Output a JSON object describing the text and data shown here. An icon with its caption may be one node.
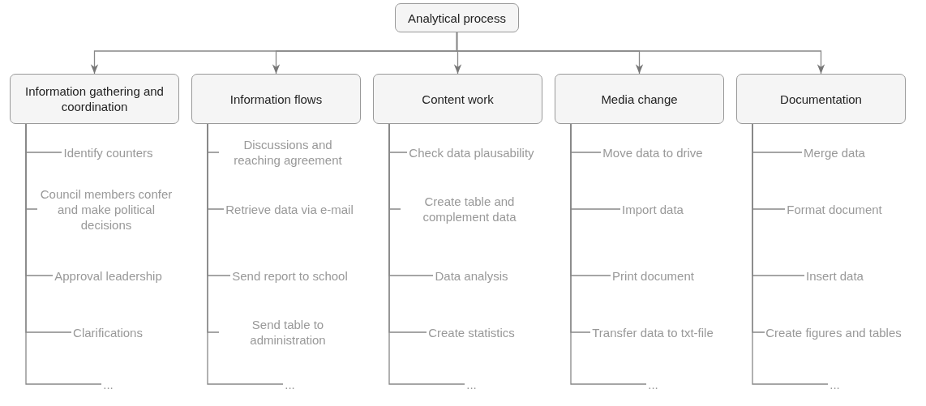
{
  "diagram": {
    "nodes": [
      {
        "text": [
          "Analytical process"
        ]
      },
      {
        "text": [
          "Information gathering and coordination"
        ]
      },
      {
        "text": [
          "Identify counters"
        ]
      },
      {
        "text": [
          "Council members confer and make political decisions"
        ]
      },
      {
        "text": [
          "Approval leadership"
        ]
      },
      {
        "text": [
          "Clarifications"
        ]
      },
      {
        "text": [
          "..."
        ]
      },
      {
        "text": [
          "Information flows"
        ]
      },
      {
        "text": [
          "Discussions and reaching agreement"
        ]
      },
      {
        "text": [
          "Retrieve data via e-mail"
        ]
      },
      {
        "text": [
          "Send report to school"
        ]
      },
      {
        "text": [
          "Send table to administration"
        ]
      },
      {
        "text": [
          "..."
        ]
      },
      {
        "text": [
          "Content work"
        ]
      },
      {
        "text": [
          "Check data plausability"
        ]
      },
      {
        "text": [
          "Create table and complement data"
        ]
      },
      {
        "text": [
          "Data analysis"
        ]
      },
      {
        "text": [
          "Create statistics"
        ]
      },
      {
        "text": [
          "..."
        ]
      },
      {
        "text": [
          "Media change"
        ]
      },
      {
        "text": [
          "Move data to drive"
        ]
      },
      {
        "text": [
          "Import data"
        ]
      },
      {
        "text": [
          "Print document"
        ]
      },
      {
        "text": [
          "Transfer data to txt-file"
        ]
      },
      {
        "text": [
          "..."
        ]
      },
      {
        "text": [
          "Documentation"
        ]
      },
      {
        "text": [
          "Merge data"
        ]
      },
      {
        "text": [
          "Format document"
        ]
      },
      {
        "text": [
          "Insert data"
        ]
      },
      {
        "text": [
          "Create figures and tables"
        ]
      },
      {
        "text": [
          "..."
        ]
      }
    ],
    "edges": [
      {
        "from": 0,
        "to": 1,
        "arrow": "to"
      },
      {
        "from": 0,
        "to": 7,
        "arrow": "to"
      },
      {
        "from": 0,
        "to": 13,
        "arrow": "to"
      },
      {
        "from": 0,
        "to": 19,
        "arrow": "to"
      },
      {
        "from": 0,
        "to": 25,
        "arrow": "to"
      },
      {
        "from": 1,
        "to": 2,
        "arrow": "none"
      },
      {
        "from": 1,
        "to": 3,
        "arrow": "none"
      },
      {
        "from": 1,
        "to": 4,
        "arrow": "none"
      },
      {
        "from": 1,
        "to": 5,
        "arrow": "none"
      },
      {
        "from": 1,
        "to": 6,
        "arrow": "none"
      },
      {
        "from": 7,
        "to": 8,
        "arrow": "none"
      },
      {
        "from": 7,
        "to": 9,
        "arrow": "none"
      },
      {
        "from": 7,
        "to": 10,
        "arrow": "none"
      },
      {
        "from": 7,
        "to": 11,
        "arrow": "none"
      },
      {
        "from": 7,
        "to": 12,
        "arrow": "none"
      },
      {
        "from": 13,
        "to": 14,
        "arrow": "none"
      },
      {
        "from": 13,
        "to": 15,
        "arrow": "none"
      },
      {
        "from": 13,
        "to": 16,
        "arrow": "none"
      },
      {
        "from": 13,
        "to": 17,
        "arrow": "none"
      },
      {
        "from": 13,
        "to": 18,
        "arrow": "none"
      },
      {
        "from": 19,
        "to": 20,
        "arrow": "none"
      },
      {
        "from": 19,
        "to": 21,
        "arrow": "none"
      },
      {
        "from": 19,
        "to": 22,
        "arrow": "none"
      },
      {
        "from": 19,
        "to": 23,
        "arrow": "none"
      },
      {
        "from": 19,
        "to": 24,
        "arrow": "none"
      },
      {
        "from": 25,
        "to": 26,
        "arrow": "none"
      },
      {
        "from": 25,
        "to": 27,
        "arrow": "none"
      },
      {
        "from": 25,
        "to": 28,
        "arrow": "none"
      },
      {
        "from": 25,
        "to": 29,
        "arrow": "none"
      },
      {
        "from": 25,
        "to": 30,
        "arrow": "none"
      }
    ]
  }
}
